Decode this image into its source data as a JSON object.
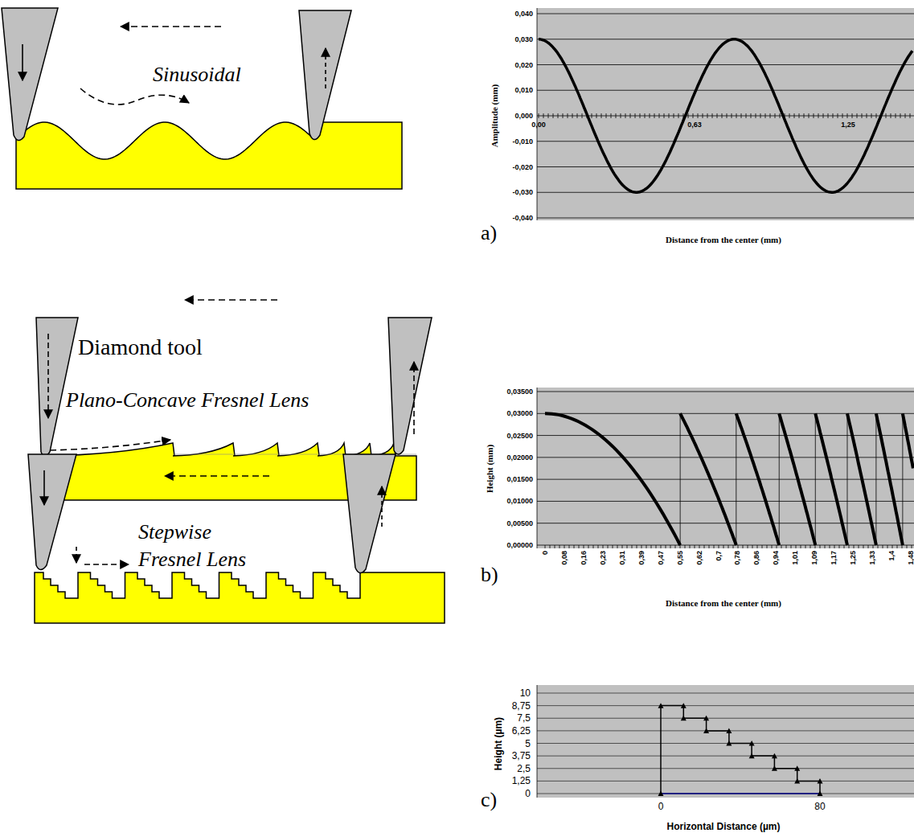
{
  "diagram": {
    "labels": [
      "Sinusoidal",
      "a)",
      "0,040",
      "0,030",
      "0,020",
      "0,010",
      "0,000",
      "-0,010",
      "-0,020",
      "-0,030",
      "-0,040",
      "0,00",
      "0,63",
      "1,25",
      "Amplitude (mm)",
      "Distance from the center (mm)",
      "Diamond tool",
      "Plano-Concave Fresnel Lens",
      "b)",
      "0,03500",
      "0,03000",
      "0,02500",
      "0,02000",
      "0,01500",
      "0,01000",
      "0,00500",
      "0,00000",
      "0",
      "0,08",
      "0,16",
      "0,23",
      "0,31",
      "0,39",
      "0,47",
      "0,55",
      "0,62",
      "0,7",
      "0,78",
      "0,86",
      "0,94",
      "1,01",
      "1,09",
      "1,17",
      "1,25",
      "1,33",
      "1,4",
      "1,48",
      "Height (mm)",
      "Distance from the center (mm)",
      "Stepwise Fresnel Lens",
      "c)",
      "10",
      "8,75",
      "7,5",
      "6,25",
      "5",
      "3,75",
      "2,5",
      "1,25",
      "0",
      "0",
      "80",
      "Height (µm)",
      "Horizontal Distance (µm)"
    ]
  }
}
